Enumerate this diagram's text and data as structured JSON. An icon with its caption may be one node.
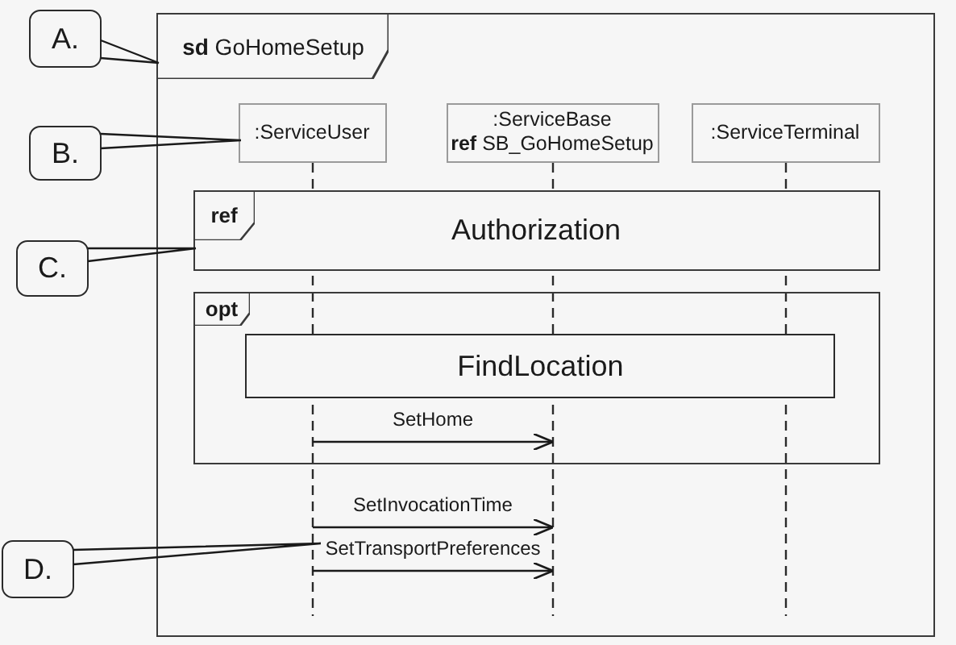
{
  "diagram": {
    "nodes": [
      {
        "text": [
          "A."
        ]
      },
      {
        "text": [
          "**sd** GoHomeSetup"
        ]
      },
      {
        "text": [
          "B."
        ]
      },
      {
        "text": [
          ":ServiceUser"
        ],
        "in": 1
      },
      {
        "text": [
          ":ServiceBase",
          "**ref** SB_GoHomeSetup"
        ],
        "in": 1
      },
      {
        "text": [
          ":ServiceTerminal"
        ],
        "in": 1
      },
      {
        "text": [
          "C."
        ]
      },
      {
        "text": [
          "ref",
          "Authorization"
        ],
        "in": 1
      },
      {
        "text": [
          "opt"
        ],
        "in": 1
      },
      {
        "text": [
          "FindLocation"
        ],
        "in": 8
      },
      {
        "text": [
          "D."
        ]
      }
    ],
    "edges": [
      {
        "from": 0,
        "to": 1,
        "arrow": "none"
      },
      {
        "from": 2,
        "to": 3,
        "arrow": "none"
      },
      {
        "from": 6,
        "to": 7,
        "arrow": "none"
      },
      {
        "from": 3,
        "to": 4,
        "arrow": "to",
        "label": "SetHome"
      },
      {
        "from": 3,
        "to": 4,
        "arrow": "to",
        "label": "SetInvocationTime"
      },
      {
        "from": 3,
        "to": 4,
        "arrow": "to",
        "label": "SetTransportPreferences"
      },
      {
        "from": 10,
        "to": null,
        "arrow": "none"
      }
    ]
  }
}
